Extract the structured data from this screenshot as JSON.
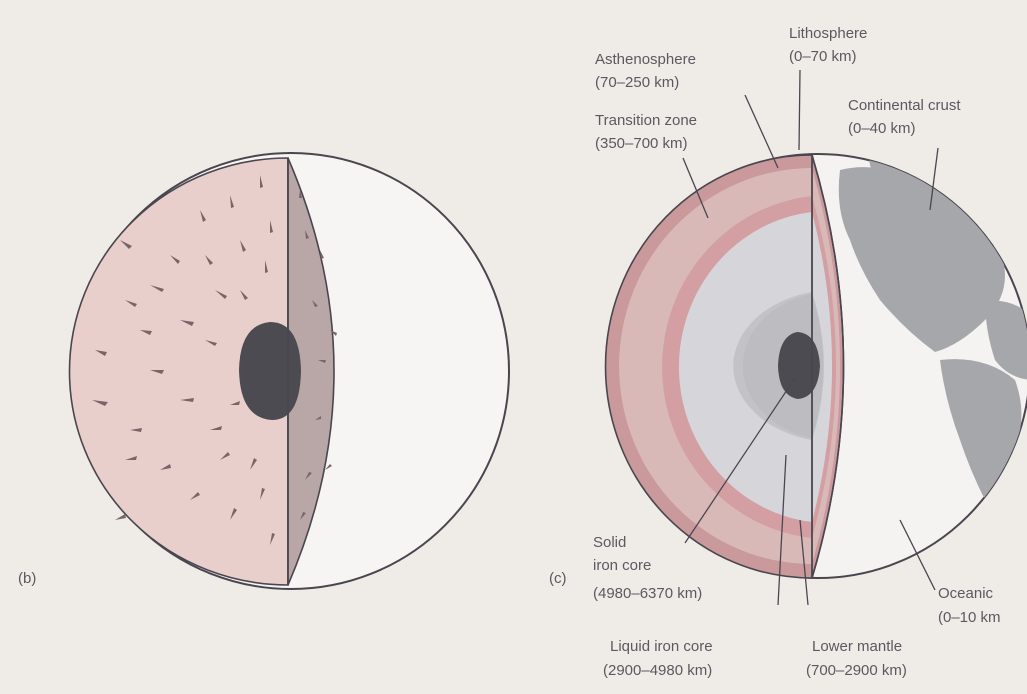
{
  "panels": {
    "b": {
      "tag": "(b)"
    },
    "c": {
      "tag": "(c)"
    }
  },
  "labels": {
    "lithosphere": {
      "name": "Lithosphere",
      "range": "(0–70 km)"
    },
    "asthenosphere": {
      "name": "Asthenosphere",
      "range": "(70–250 km)"
    },
    "transition_zone": {
      "name": "Transition zone",
      "range": "(350–700 km)"
    },
    "continental_crust": {
      "name": "Continental crust",
      "range": "(0–40 km)"
    },
    "solid_iron_core": {
      "name_line1": "Solid",
      "name_line2": "iron core",
      "range": "(4980–6370 km)"
    },
    "liquid_iron_core": {
      "name": "Liquid iron core",
      "range": "(2900–4980 km)"
    },
    "lower_mantle": {
      "name": "Lower mantle",
      "range": "(700–2900 km)"
    },
    "oceanic_crust": {
      "name": "Oceanic",
      "range": "(0–10 km"
    }
  },
  "colors": {
    "background": "#efece8",
    "outline": "#4a4650",
    "mantle_pink": "#e9cfcc",
    "cut_face_b": "#b9a7a8",
    "core_dark": "#4c4b52",
    "asthenosphere": "#c9999c",
    "lithosphere": "#d9b9b7",
    "transition_zone": "#e2c9c6",
    "lower_mantle": "#d6d6da",
    "outer_core": "#c3c3c7",
    "land": "#a6a7ab",
    "ocean": "#f4f3f1"
  }
}
